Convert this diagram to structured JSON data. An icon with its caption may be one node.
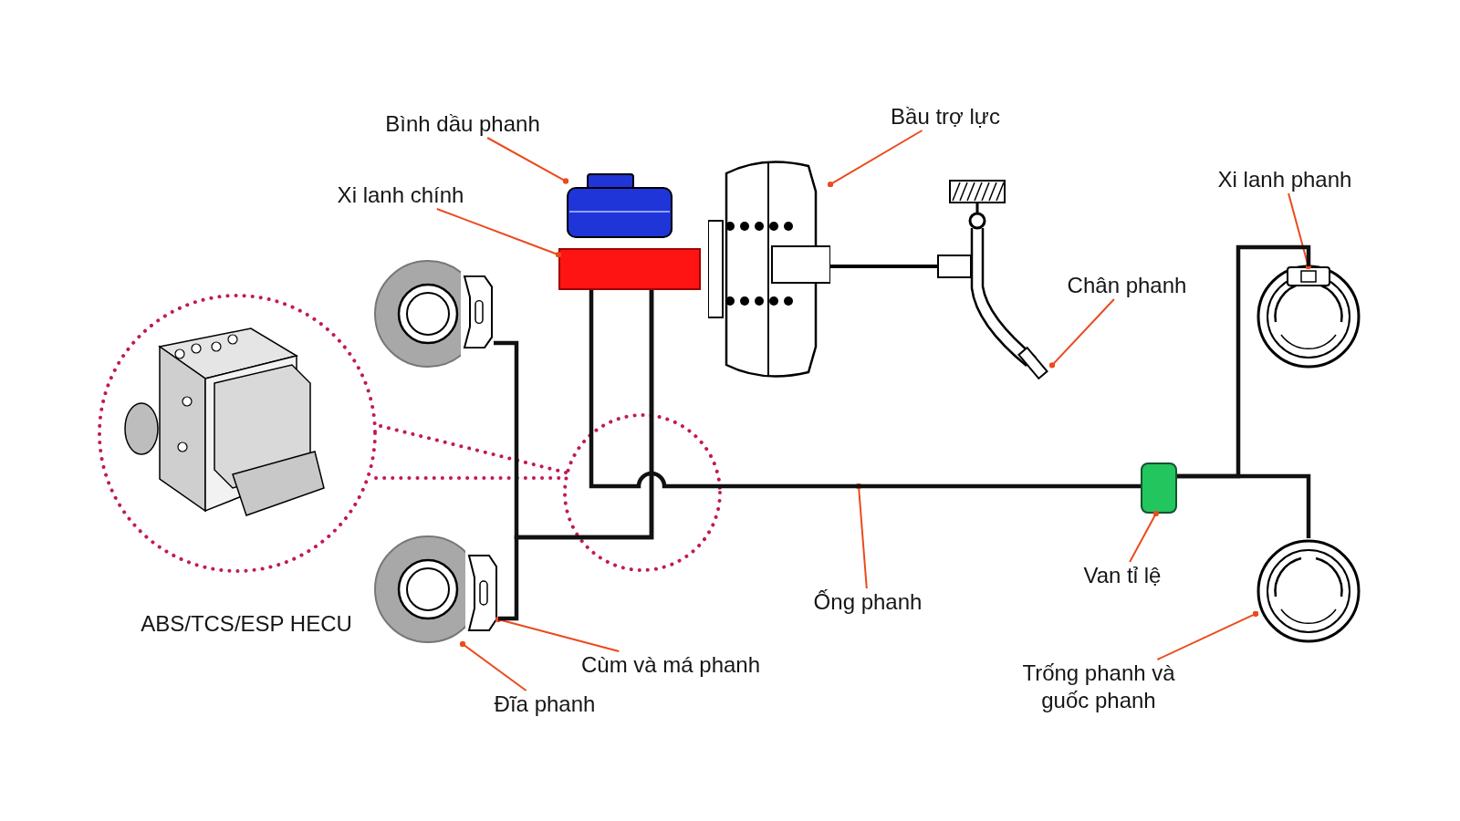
{
  "diagram": {
    "nodes": [
      {
        "text": [
          "Bình dầu phanh"
        ]
      },
      {
        "text": [
          "Bầu trợ lực"
        ]
      },
      {
        "text": [
          "Xi lanh chính"
        ]
      },
      {
        "text": [
          "Xi lanh phanh"
        ]
      },
      {
        "text": [
          "Chân phanh"
        ]
      },
      {
        "text": [
          "Ống phanh"
        ]
      },
      {
        "text": [
          "Van tỉ lệ"
        ]
      },
      {
        "text": [
          "Cùm và má phanh"
        ]
      },
      {
        "text": [
          "Đĩa phanh"
        ]
      },
      {
        "text": [
          "Trống phanh và guốc phanh"
        ]
      },
      {
        "text": [],
        "shape": "picture"
      },
      {
        "text": [],
        "shape": "box"
      },
      {
        "text": [],
        "shape": "picture"
      },
      {
        "text": [],
        "shape": "picture"
      },
      {
        "text": [],
        "shape": "picture",
        "in": 15
      },
      {
        "text": [],
        "shape": "picture"
      },
      {
        "text": [],
        "shape": "picture"
      },
      {
        "text": [],
        "shape": "box"
      },
      {
        "text": [],
        "shape": "picture"
      },
      {
        "text": [],
        "shape": "picture"
      },
      {
        "text": [],
        "shape": "picture"
      },
      {
        "text": [],
        "shape": "picture"
      },
      {
        "text": [],
        "shape": "picture"
      }
    ],
    "labels": [
      "ABS/TCS/ESP HECU"
    ],
    "edges": [
      {
        "from": 0,
        "to": 10,
        "arrow": "other"
      },
      {
        "from": 1,
        "to": 12,
        "arrow": "other"
      },
      {
        "from": 2,
        "to": 11,
        "arrow": "other"
      },
      {
        "from": 3,
        "to": 14,
        "arrow": "other"
      },
      {
        "from": 4,
        "to": 13,
        "arrow": "other"
      },
      {
        "from": 5,
        "to": null,
        "arrow": "other"
      },
      {
        "from": 6,
        "to": 17,
        "arrow": "other"
      },
      {
        "from": 7,
        "to": 21,
        "arrow": "other"
      },
      {
        "from": 8,
        "to": 20,
        "arrow": "other"
      },
      {
        "from": 9,
        "to": 16,
        "arrow": "other"
      },
      {
        "from": 11,
        "to": 19,
        "arrow": "none",
        "style": "thick",
        "color": "#111111"
      },
      {
        "from": 11,
        "to": 21,
        "arrow": "none",
        "style": "thick",
        "color": "#111111"
      },
      {
        "from": 11,
        "to": 17,
        "arrow": "none",
        "style": "thick",
        "color": "#111111"
      },
      {
        "from": 17,
        "to": 14,
        "arrow": "none",
        "style": "thick",
        "color": "#111111"
      },
      {
        "from": 17,
        "to": 16,
        "arrow": "none",
        "style": "thick",
        "color": "#111111"
      }
    ]
  }
}
